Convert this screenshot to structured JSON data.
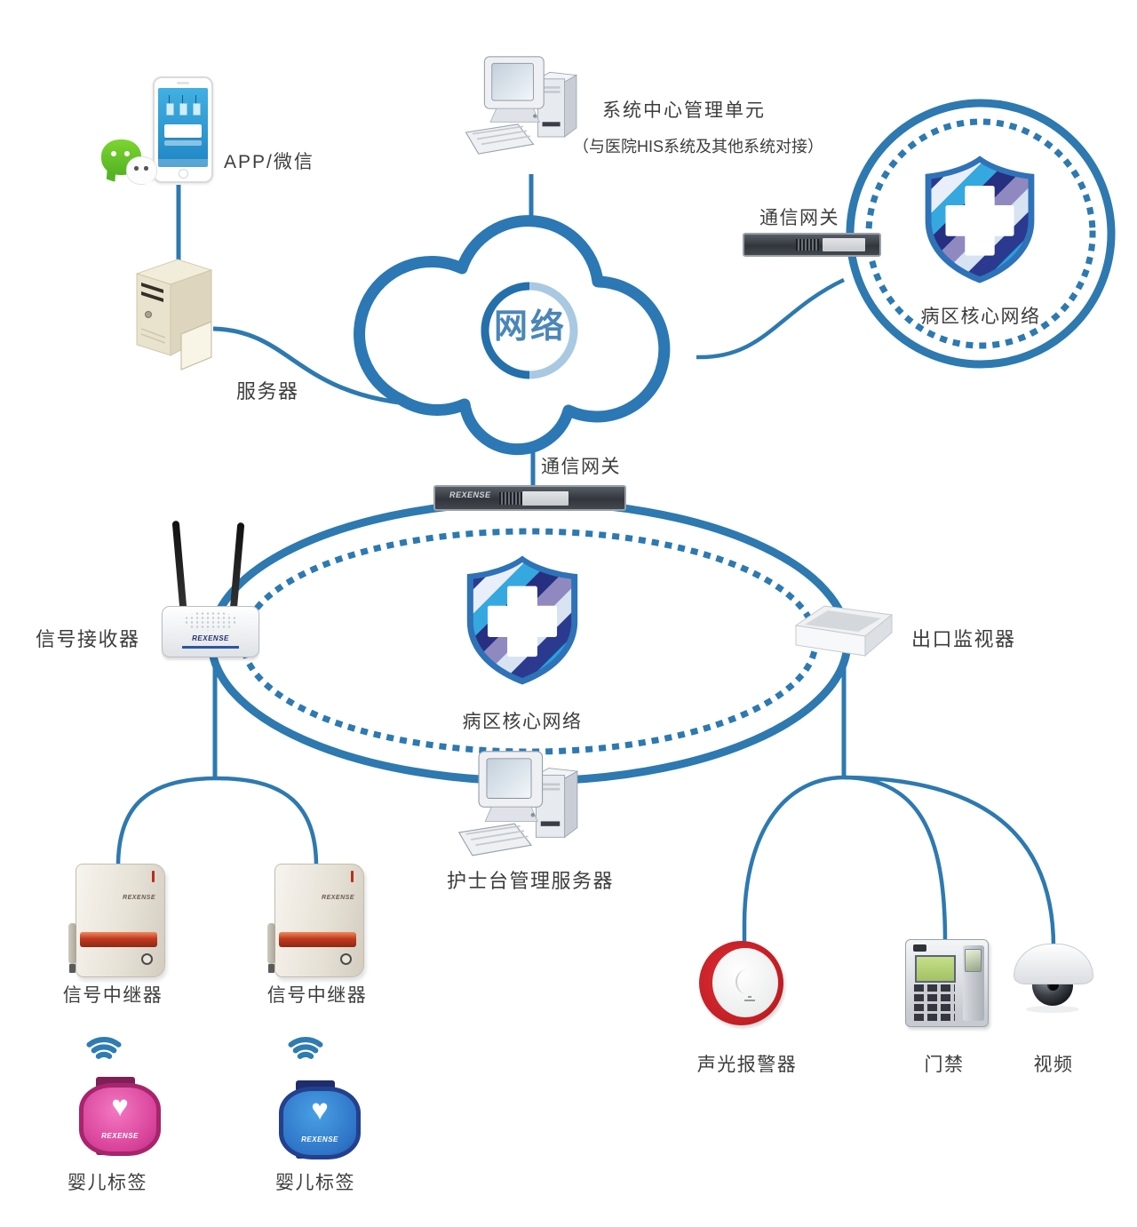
{
  "colors": {
    "line_blue": "#2d79b0",
    "label_dark": "#3d3d3d",
    "cloud_text_blue": "#4a86b8",
    "shield_navy": "#2b3a8e",
    "shield_cyan": "#28a0dc",
    "tag_pink": "#d8439a",
    "tag_blue": "#2f76c8",
    "alarm_red": "#c01e24",
    "wechat_green": "#55b324"
  },
  "nodes": {
    "app": {
      "label": "APP/微信"
    },
    "system_center": {
      "label": "系统中心管理单元",
      "note": "（与医院HIS系统及其他系统对接）"
    },
    "gateway_top": {
      "label": "通信网关"
    },
    "ward_network_top": {
      "label": "病区核心网络"
    },
    "network_cloud": {
      "label": "网络"
    },
    "server": {
      "label": "服务器"
    },
    "gateway_mid": {
      "label": "通信网关",
      "brand": "REXENSE"
    },
    "ward_network_mid": {
      "label": "病区核心网络"
    },
    "signal_receiver": {
      "label": "信号接收器",
      "brand": "REXENSE"
    },
    "exit_monitor": {
      "label": "出口监视器"
    },
    "nurse_station_server": {
      "label": "护士台管理服务器"
    },
    "repeater_1": {
      "label": "信号中继器",
      "brand": "REXENSE"
    },
    "repeater_2": {
      "label": "信号中继器",
      "brand": "REXENSE"
    },
    "baby_tag_1": {
      "label": "婴儿标签",
      "brand": "REXENSE"
    },
    "baby_tag_2": {
      "label": "婴儿标签",
      "brand": "REXENSE"
    },
    "alarm": {
      "label": "声光报警器"
    },
    "access_control": {
      "label": "门禁"
    },
    "video": {
      "label": "视频"
    }
  }
}
